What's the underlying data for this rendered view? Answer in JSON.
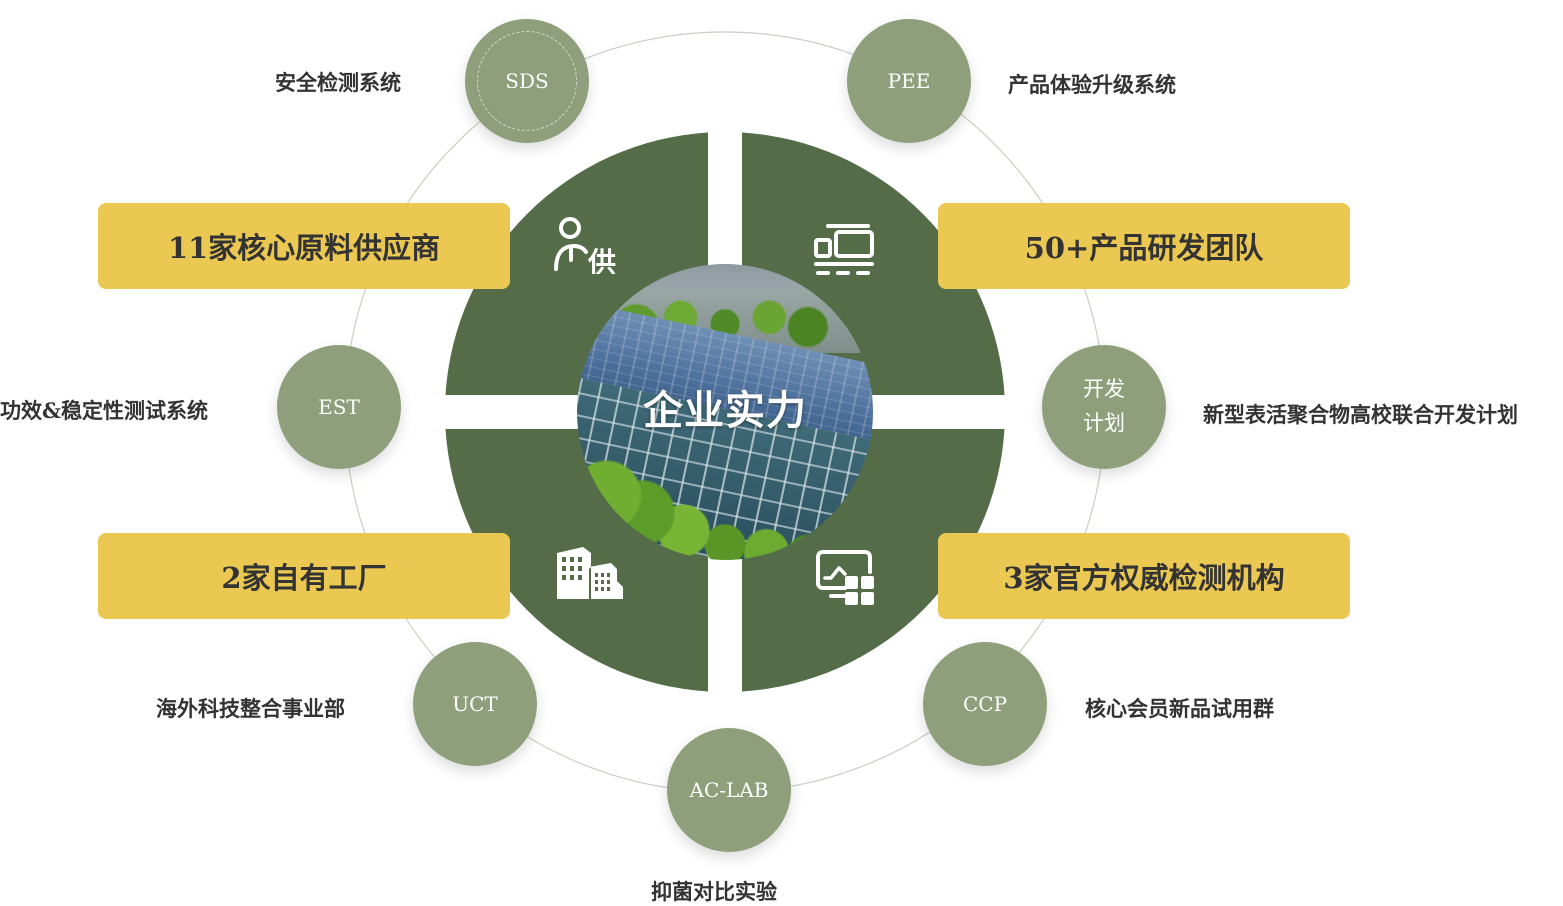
{
  "center": {
    "title": "企业实力",
    "image_description": "aerial view of modern office building with solar roof and trees"
  },
  "quadrants": [
    {
      "id": "suppliers",
      "icon": "supplier-person-icon",
      "icon_text": "供"
    },
    {
      "id": "rd-team",
      "icon": "devices-icon"
    },
    {
      "id": "factories",
      "icon": "buildings-icon"
    },
    {
      "id": "testing",
      "icon": "monitor-dashboard-icon"
    }
  ],
  "stat_boxes": {
    "top_left": "11家核心原料供应商",
    "top_right": "50+产品研发团队",
    "bottom_left": "2家自有工厂",
    "bottom_right": "3家官方权威检测机构"
  },
  "satellites": {
    "sds": {
      "label": "SDS",
      "caption": "安全检测系统"
    },
    "pee": {
      "label": "PEE",
      "caption": "产品体验升级系统"
    },
    "est": {
      "label": "EST",
      "caption": "功效&稳定性测试系统"
    },
    "dev": {
      "label_line1": "开发",
      "label_line2": "计划",
      "caption": "新型表活聚合物高校联合开发计划"
    },
    "uct": {
      "label": "UCT",
      "caption": "海外科技整合事业部"
    },
    "ccp": {
      "label": "CCP",
      "caption": "核心会员新品试用群"
    },
    "aclab": {
      "label": "AC-LAB",
      "caption": "抑菌对比实验"
    }
  },
  "colors": {
    "quadrant_green": "#546d48",
    "satellite_green": "#8f9f7b",
    "stat_yellow": "#ebc851",
    "ring_line": "#c9cfc1",
    "text_dark": "#333333"
  }
}
